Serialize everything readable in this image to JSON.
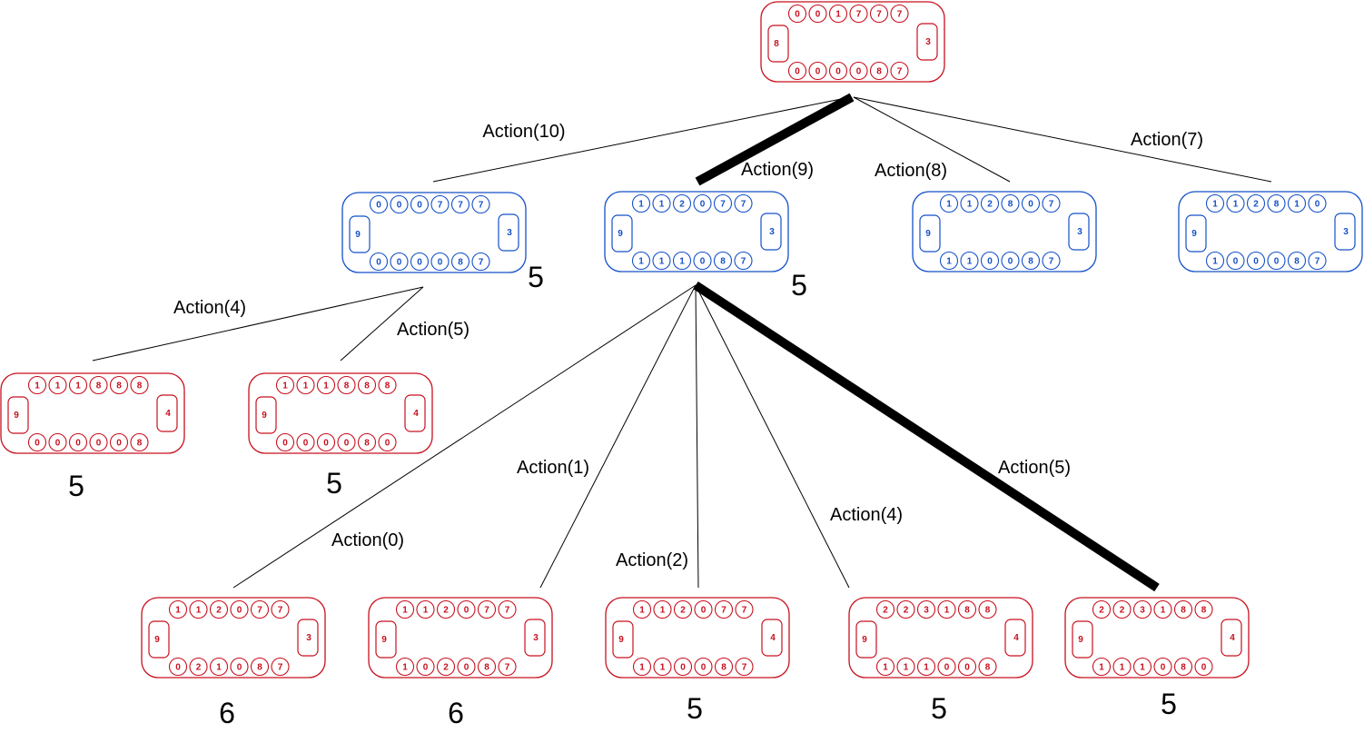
{
  "colors": {
    "max": "#c8101e",
    "min": "#1450c8"
  },
  "nodes": [
    {
      "id": "root",
      "player": "max",
      "top": [
        "0",
        "0",
        "1",
        "7",
        "7",
        "7"
      ],
      "bottom": [
        "0",
        "0",
        "0",
        "0",
        "8",
        "7"
      ],
      "left": "8",
      "right": "3",
      "score": ""
    },
    {
      "id": "a10",
      "player": "min",
      "top": [
        "0",
        "0",
        "0",
        "7",
        "7",
        "7"
      ],
      "bottom": [
        "0",
        "0",
        "0",
        "0",
        "8",
        "7"
      ],
      "left": "9",
      "right": "3",
      "score": "5"
    },
    {
      "id": "a9",
      "player": "min",
      "top": [
        "1",
        "1",
        "2",
        "0",
        "7",
        "7"
      ],
      "bottom": [
        "1",
        "1",
        "1",
        "0",
        "8",
        "7"
      ],
      "left": "9",
      "right": "3",
      "score": "5"
    },
    {
      "id": "a8",
      "player": "min",
      "top": [
        "1",
        "1",
        "2",
        "8",
        "0",
        "7"
      ],
      "bottom": [
        "1",
        "1",
        "0",
        "0",
        "8",
        "7"
      ],
      "left": "9",
      "right": "3",
      "score": ""
    },
    {
      "id": "a7",
      "player": "min",
      "top": [
        "1",
        "1",
        "2",
        "8",
        "1",
        "0"
      ],
      "bottom": [
        "1",
        "0",
        "0",
        "0",
        "8",
        "7"
      ],
      "left": "9",
      "right": "3",
      "score": ""
    },
    {
      "id": "a10_4",
      "player": "max",
      "top": [
        "1",
        "1",
        "1",
        "8",
        "8",
        "8"
      ],
      "bottom": [
        "0",
        "0",
        "0",
        "0",
        "0",
        "8"
      ],
      "left": "9",
      "right": "4",
      "score": "5"
    },
    {
      "id": "a10_5",
      "player": "max",
      "top": [
        "1",
        "1",
        "1",
        "8",
        "8",
        "8"
      ],
      "bottom": [
        "0",
        "0",
        "0",
        "0",
        "8",
        "0"
      ],
      "left": "9",
      "right": "4",
      "score": "5"
    },
    {
      "id": "a9_0",
      "player": "max",
      "top": [
        "1",
        "1",
        "2",
        "0",
        "7",
        "7"
      ],
      "bottom": [
        "0",
        "2",
        "1",
        "0",
        "8",
        "7"
      ],
      "left": "9",
      "right": "3",
      "score": "6"
    },
    {
      "id": "a9_1",
      "player": "max",
      "top": [
        "1",
        "1",
        "2",
        "0",
        "7",
        "7"
      ],
      "bottom": [
        "1",
        "0",
        "2",
        "0",
        "8",
        "7"
      ],
      "left": "9",
      "right": "3",
      "score": "6"
    },
    {
      "id": "a9_2",
      "player": "max",
      "top": [
        "1",
        "1",
        "2",
        "0",
        "7",
        "7"
      ],
      "bottom": [
        "1",
        "1",
        "0",
        "0",
        "8",
        "7"
      ],
      "left": "9",
      "right": "4",
      "score": "5"
    },
    {
      "id": "a9_4",
      "player": "max",
      "top": [
        "2",
        "2",
        "3",
        "1",
        "8",
        "8"
      ],
      "bottom": [
        "1",
        "1",
        "1",
        "0",
        "0",
        "8"
      ],
      "left": "9",
      "right": "4",
      "score": "5"
    },
    {
      "id": "a9_5",
      "player": "max",
      "top": [
        "2",
        "2",
        "3",
        "1",
        "8",
        "8"
      ],
      "bottom": [
        "1",
        "1",
        "1",
        "0",
        "8",
        "0"
      ],
      "left": "9",
      "right": "4",
      "score": "5"
    }
  ],
  "edges": [
    {
      "from": "root",
      "to": "a10",
      "label": "Action(10)",
      "bold": false
    },
    {
      "from": "root",
      "to": "a9",
      "label": "Action(9)",
      "bold": true
    },
    {
      "from": "root",
      "to": "a8",
      "label": "Action(8)",
      "bold": false
    },
    {
      "from": "root",
      "to": "a7",
      "label": "Action(7)",
      "bold": false
    },
    {
      "from": "a10",
      "to": "a10_4",
      "label": "Action(4)",
      "bold": false
    },
    {
      "from": "a10",
      "to": "a10_5",
      "label": "Action(5)",
      "bold": false
    },
    {
      "from": "a9",
      "to": "a9_0",
      "label": "Action(0)",
      "bold": false
    },
    {
      "from": "a9",
      "to": "a9_1",
      "label": "Action(1)",
      "bold": false
    },
    {
      "from": "a9",
      "to": "a9_2",
      "label": "Action(2)",
      "bold": false
    },
    {
      "from": "a9",
      "to": "a9_4",
      "label": "Action(4)",
      "bold": false
    },
    {
      "from": "a9",
      "to": "a9_5",
      "label": "Action(5)",
      "bold": true
    }
  ]
}
